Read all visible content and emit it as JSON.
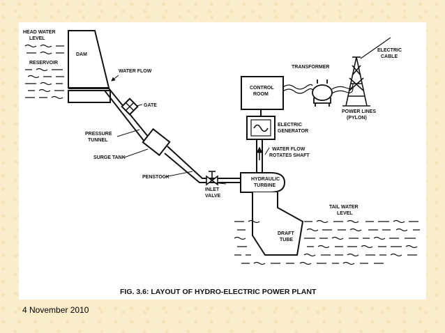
{
  "labels": {
    "head_water_level": [
      "HEAD WATER",
      "LEVEL"
    ],
    "reservoir": "RESERVOIR",
    "dam": "DAM",
    "water_flow": "WATER FLOW",
    "gate": "GATE",
    "pressure_tunnel": [
      "PRESSURE",
      "TUNNEL"
    ],
    "surge_tank": "SURGE TANK",
    "penstock": "PENSTOCK",
    "inlet_valve": [
      "INLET",
      "VALVE"
    ],
    "control_room": [
      "CONTROL",
      "ROOM"
    ],
    "electric_generator": [
      "ELECTRIC",
      "GENERATOR"
    ],
    "water_flow_rotates_shaft": [
      "WATER FLOW",
      "ROTATES SHAFT"
    ],
    "hydraulic_turbine": [
      "HYDRAULIC",
      "TURBINE"
    ],
    "transformer": "TRANSFORMER",
    "electric_cable": [
      "ELECTRIC",
      "CABLE"
    ],
    "power_lines": [
      "POWER LINES",
      "(PYLON)"
    ],
    "tail_water_level": [
      "TAIL WATER",
      "LEVEL"
    ],
    "draft_tube": [
      "DRAFT",
      "TUBE"
    ]
  },
  "caption": "FIG. 3.6: LAYOUT OF HYDRO-ELECTRIC POWER PLANT",
  "footer": {
    "date": "4 November 2010"
  },
  "colors": {
    "slide_background": "#fbeccb",
    "panel": "#ffffff",
    "ink": "#111111"
  }
}
